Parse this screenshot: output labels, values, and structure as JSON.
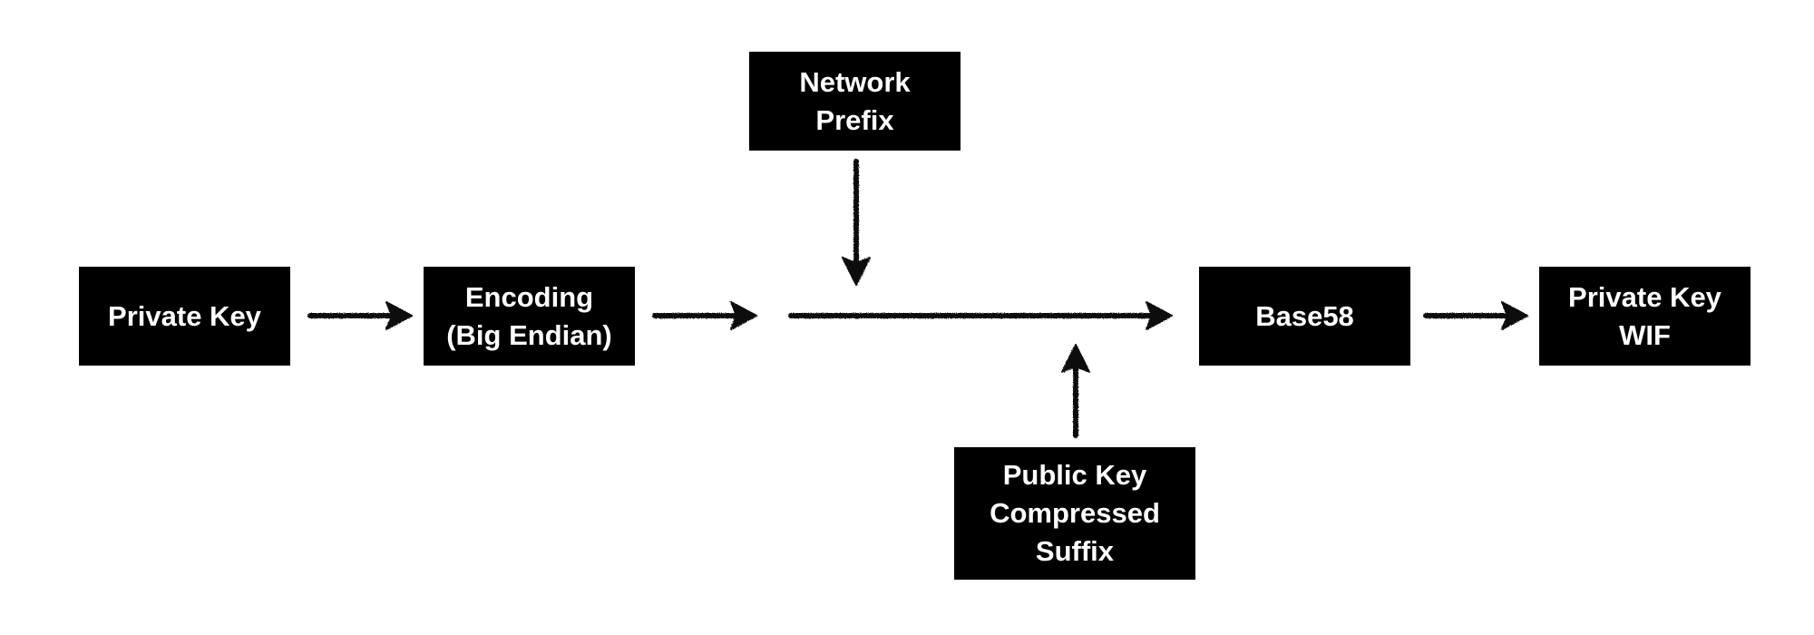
{
  "nodes": {
    "private_key": {
      "lines": [
        "Private Key"
      ]
    },
    "encoding": {
      "lines": [
        "Encoding",
        "(Big Endian)"
      ]
    },
    "network_prefix": {
      "lines": [
        "Network",
        "Prefix"
      ]
    },
    "base58": {
      "lines": [
        "Base58"
      ]
    },
    "private_key_wif": {
      "lines": [
        "Private Key",
        "WIF"
      ]
    },
    "public_key_suffix": {
      "lines": [
        "Public Key",
        "Compressed",
        "Suffix"
      ]
    }
  },
  "edges": [
    {
      "from": "private_key",
      "to": "encoding"
    },
    {
      "from": "encoding",
      "to": "concatenation"
    },
    {
      "from": "concatenation",
      "to": "base58"
    },
    {
      "from": "network_prefix",
      "to": "concatenation"
    },
    {
      "from": "public_key_suffix",
      "to": "concatenation"
    },
    {
      "from": "base58",
      "to": "private_key_wif"
    }
  ],
  "colors": {
    "box_fill": "#000000",
    "box_text": "#ffffff",
    "arrow": "#111111",
    "background": "#ffffff"
  }
}
